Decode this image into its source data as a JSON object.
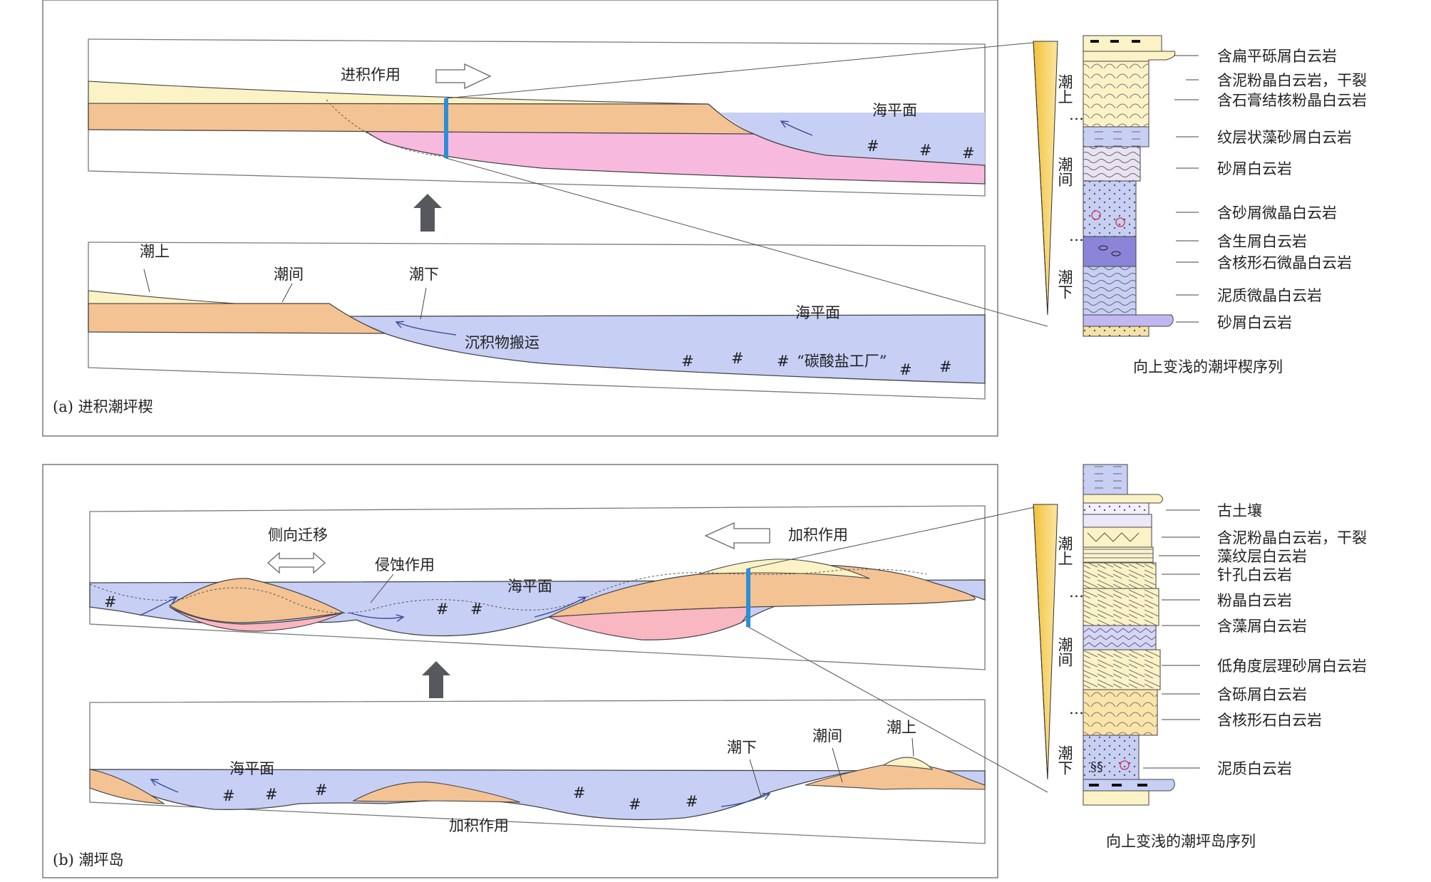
{
  "colors": {
    "sea": "#c7cff5",
    "supratidal": "#fbf3c6",
    "intertidal": "#f4c393",
    "subtidal_pink": "#f8b9df",
    "subtidal_pink_b": "#f9b7c2",
    "section_line": "#2a8fd8",
    "wedge": "#f1b82b",
    "arrow_gray": "#55595e",
    "panel_border": "#7a7a7a"
  },
  "panel_a": {
    "caption": "(a) 进积潮坪楔",
    "upper": {
      "progradation_label": "进积作用",
      "sea_level_label": "海平面"
    },
    "lower": {
      "supratidal_label": "潮上",
      "intertidal_label": "潮间",
      "subtidal_label": "潮下",
      "sea_level_label": "海平面",
      "transport_label": "沉积物搬运",
      "factory_label": "“碳酸盐工厂”"
    },
    "column": {
      "zones": [
        "潮上",
        "潮间",
        "潮下"
      ],
      "labels": [
        "含扁平砾屑白云岩",
        "含泥粉晶白云岩，干裂",
        "含石膏结核粉晶白云岩",
        "纹层状藻砂屑白云岩",
        "砂屑白云岩",
        "含砂屑微晶白云岩",
        "含生屑白云岩",
        "含核形石微晶白云岩",
        "泥质微晶白云岩",
        "砂屑白云岩"
      ],
      "title": "向上变浅的潮坪楔序列"
    }
  },
  "panel_b": {
    "caption": "(b) 潮坪岛",
    "upper": {
      "lateral_label": "侧向迁移",
      "erosion_label": "侵蚀作用",
      "sea_level_label": "海平面",
      "aggradation_label": "加积作用"
    },
    "lower": {
      "sea_level_label": "海平面",
      "subtidal_label": "潮下",
      "intertidal_label": "潮间",
      "supratidal_label": "潮上",
      "aggradation_label": "加积作用"
    },
    "column": {
      "zones": [
        "潮上",
        "潮间",
        "潮下"
      ],
      "labels": [
        "古土壤",
        "含泥粉晶白云岩，干裂",
        "藻纹层白云岩",
        "针孔白云岩",
        "粉晶白云岩",
        "含藻屑白云岩",
        "低角度层理砂屑白云岩",
        "含砾屑白云岩",
        "含核形石白云岩",
        "泥质白云岩"
      ],
      "title": "向上变浅的潮坪岛序列"
    }
  }
}
